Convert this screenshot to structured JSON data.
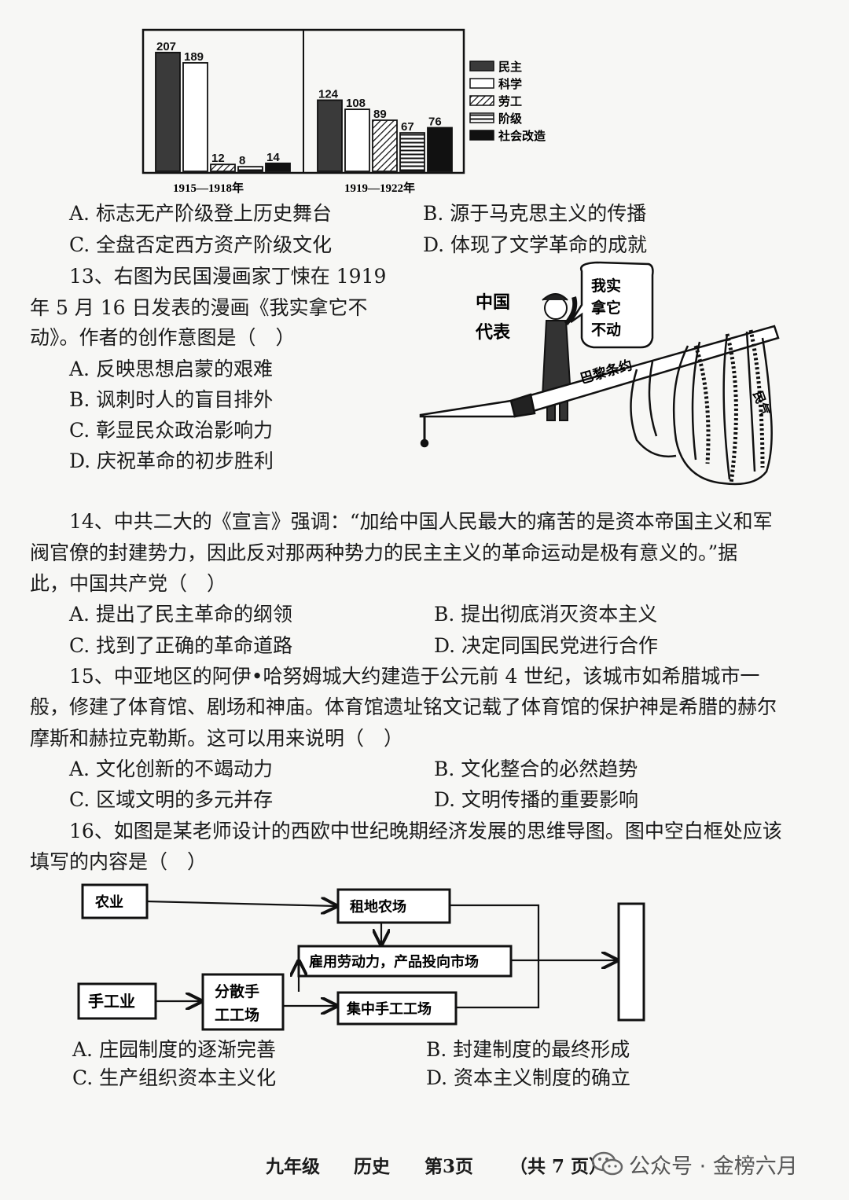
{
  "chart_data": {
    "type": "bar",
    "groups": [
      "1915—1918年",
      "1919—1922年"
    ],
    "series": [
      {
        "name": "民主",
        "values": [
          207,
          124
        ]
      },
      {
        "name": "科学",
        "values": [
          189,
          108
        ]
      },
      {
        "name": "劳工",
        "values": [
          12,
          89
        ]
      },
      {
        "name": "阶级",
        "values": [
          8,
          67
        ]
      },
      {
        "name": "社会改造",
        "values": [
          14,
          76
        ]
      }
    ],
    "ylim": [
      0,
      230
    ],
    "legend": "right"
  },
  "q12": {
    "options": {
      "a": "A. 标志无产阶级登上历史舞台",
      "b": "B. 源于马克思主义的传播",
      "c": "C. 全盘否定西方资产阶级文化",
      "d": "D. 体现了文学革命的成就"
    }
  },
  "q13": {
    "lines": [
      "13、右图为民国漫画家丁悚在 1919",
      "年 5 月 16 日发表的漫画《我实拿它不",
      "动》。作者的创作意图是（　）"
    ],
    "options": {
      "a": "A. 反映思想启蒙的艰难",
      "b": "B. 讽刺时人的盲目排外",
      "c": "C. 彰显民众政治影响力",
      "d": "D. 庆祝革命的初步胜利"
    },
    "cartoon": {
      "label_left_1": "中国",
      "label_left_2": "代表",
      "bubble_1": "我实",
      "bubble_2": "拿它",
      "bubble_3": "不动",
      "brush_text": "巴黎条约",
      "rope_text": "民气"
    }
  },
  "q14": {
    "lines": [
      "14、中共二大的《宣言》强调：“加给中国人民最大的痛苦的是资本帝国主义和军",
      "阀官僚的封建势力，因此反对那两种势力的民主主义的革命运动是极有意义的。”据",
      "此，中国共产党（　）"
    ],
    "options": {
      "a": "A. 提出了民主革命的纲领",
      "b": "B. 提出彻底消灭资本主义",
      "c": "C. 找到了正确的革命道路",
      "d": "D. 决定同国民党进行合作"
    }
  },
  "q15": {
    "lines": [
      "15、中亚地区的阿伊•哈努姆城大约建造于公元前 4 世纪，该城市如希腊城市一",
      "般，修建了体育馆、剧场和神庙。体育馆遗址铭文记载了体育馆的保护神是希腊的赫尔",
      "摩斯和赫拉克勒斯。这可以用来说明（　）"
    ],
    "options": {
      "a": "A. 文化创新的不竭动力",
      "b": "B. 文化整合的必然趋势",
      "c": "C. 区域文明的多元并存",
      "d": "D. 文明传播的重要影响"
    }
  },
  "q16": {
    "lines": [
      "16、如图是某老师设计的西欧中世纪晚期经济发展的思维导图。图中空白框处应该",
      "填写的内容是（　）"
    ],
    "mindmap": {
      "agriculture": "农业",
      "handicraft": "手工业",
      "lease_farm": "租地农场",
      "hire_labor": "雇用劳动力，产品投向市场",
      "dispersed_1": "分散手",
      "dispersed_2": "工工场",
      "centralized": "集中手工工场"
    },
    "options": {
      "a": "A. 庄园制度的逐渐完善",
      "b": "B. 封建制度的最终形成",
      "c": "C. 生产组织资本主义化",
      "d": "D. 资本主义制度的确立"
    }
  },
  "footer": {
    "grade": "九年级",
    "subject": "历史",
    "page": "第3页",
    "total": "（共 7 页）"
  },
  "watermark": "公众号 · 金榜六月"
}
